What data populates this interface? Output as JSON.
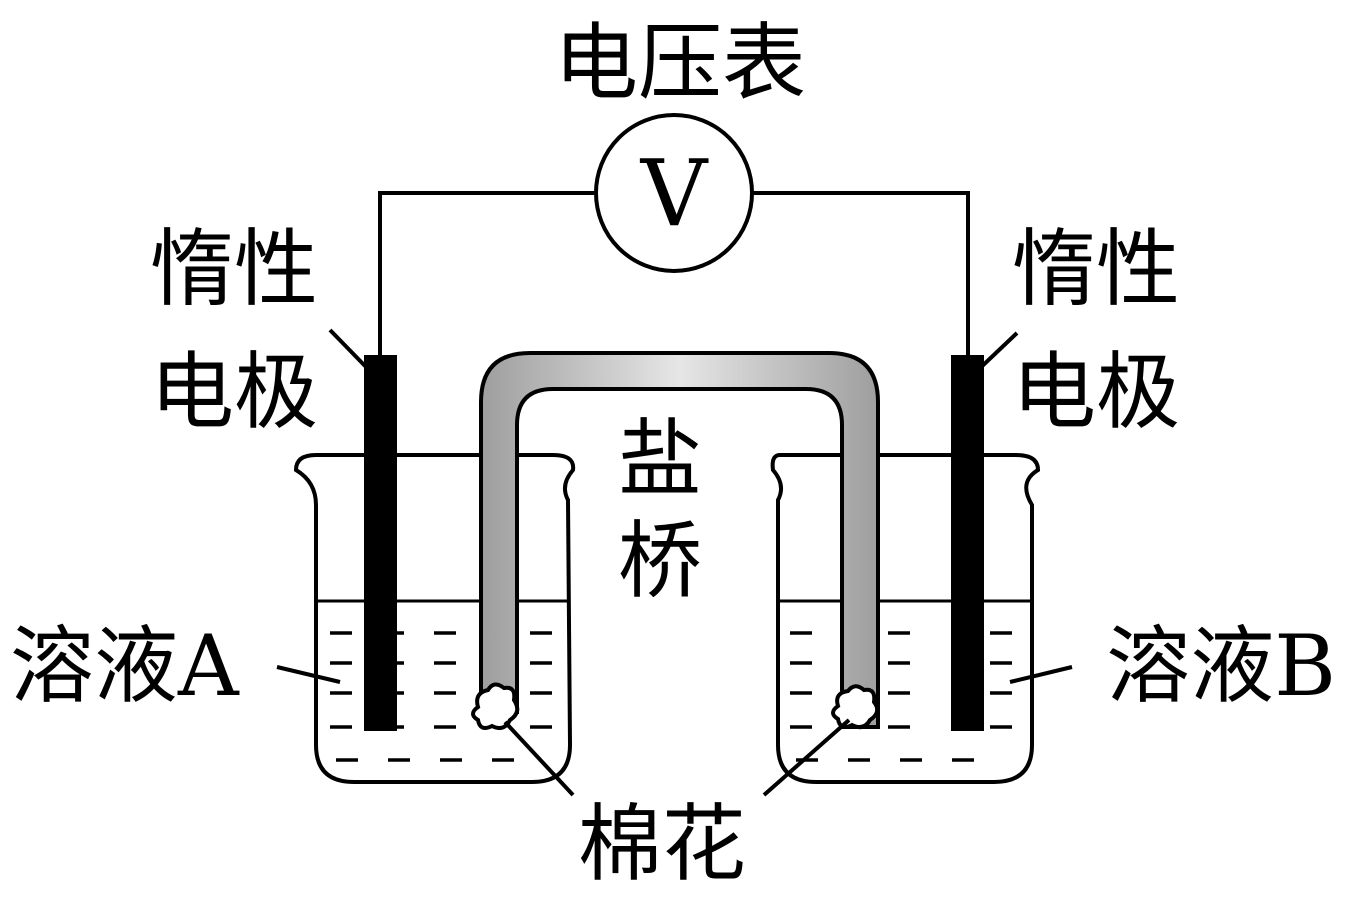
{
  "labels": {
    "voltmeter": "电压表",
    "voltmeter_symbol": "V",
    "electrode_left_line1": "惰性",
    "electrode_left_line2": "电极",
    "electrode_right_line1": "惰性",
    "electrode_right_line2": "电极",
    "salt_bridge_line1": "盐",
    "salt_bridge_line2": "桥",
    "solution_a": "溶液A",
    "solution_b": "溶液B",
    "cotton": "棉花"
  },
  "colors": {
    "stroke": "#000000",
    "bridge_fill_light": "#e6e6e6",
    "bridge_fill_dark": "#9e9e9e",
    "background": "#ffffff"
  }
}
